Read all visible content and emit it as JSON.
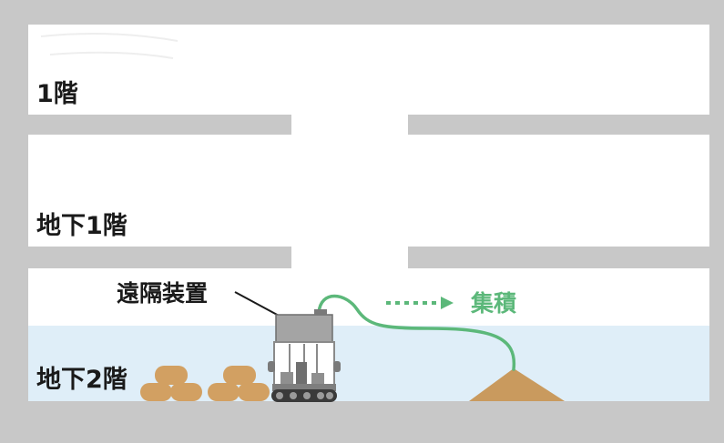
{
  "floors": {
    "floor_1": "1階",
    "basement_1": "地下1階",
    "basement_2": "地下2階"
  },
  "device_label": "遠隔装置",
  "collect_label": "集積",
  "colors": {
    "wall": "#c8c8c8",
    "water": "#dfeef8",
    "hose": "#5cb87a",
    "sandbag": "#d2a062",
    "debris_pile": "#c99a5e",
    "robot_body": "#8c8c8c",
    "text": "#1a1a1a"
  }
}
